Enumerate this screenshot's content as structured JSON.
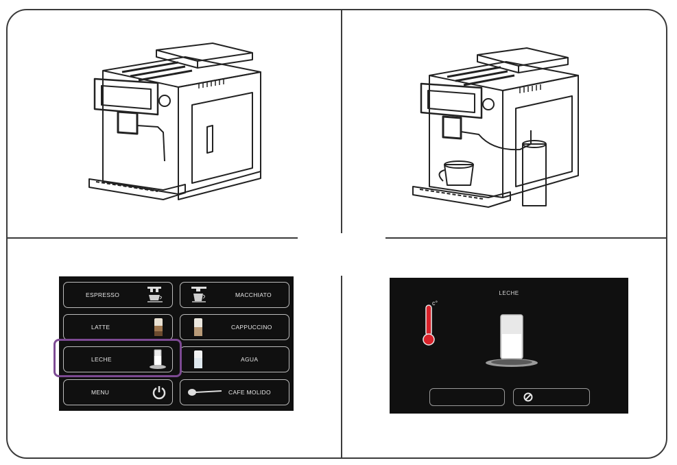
{
  "colors": {
    "screen_bg": "#101010",
    "highlight": "#7d4a93",
    "thermometer": "#d8222a",
    "line": "#3a3a3a"
  },
  "menu_screen": {
    "buttons": [
      {
        "label": "ESPRESSO",
        "icon": "espresso-cup-icon"
      },
      {
        "label": "MACCHIATO",
        "icon": "macchiato-cup-icon"
      },
      {
        "label": "LATTE",
        "icon": "latte-glass-icon"
      },
      {
        "label": "CAPPUCCINO",
        "icon": "cappuccino-glass-icon"
      },
      {
        "label": "LECHE",
        "icon": "milk-glass-icon"
      },
      {
        "label": "AGUA",
        "icon": "water-glass-icon"
      },
      {
        "label": "MENU",
        "icon": "power-icon"
      },
      {
        "label": "CAFE MOLIDO",
        "icon": "scoop-icon"
      }
    ],
    "selected": "LECHE"
  },
  "status_screen": {
    "title": "LECHE",
    "temperature_unit": "c°",
    "icons": [
      "thermometer-icon",
      "milk-glass-icon",
      "cancel-icon"
    ]
  },
  "illustrations": [
    "coffee-machine-with-milk-tube-icon",
    "coffee-machine-with-cup-and-milk-container-icon"
  ]
}
